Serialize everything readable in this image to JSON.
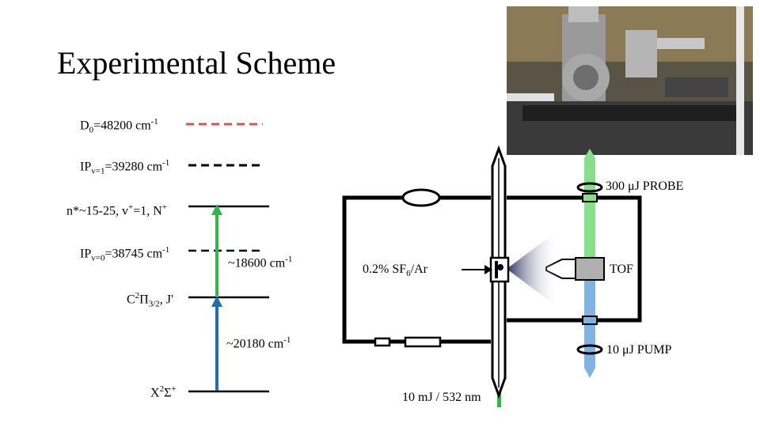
{
  "title": "Experimental Scheme",
  "levels": {
    "d0": {
      "base": "D",
      "sub": "0",
      "rest": "=48200 cm",
      "sup": "-1"
    },
    "ip1": {
      "base": "IP",
      "sub": "v=1",
      "rest": "=39280 cm",
      "sup": "-1"
    },
    "rydberg": {
      "p1": "n*~15-25, v",
      "sup1": "+",
      "p2": "=1, N",
      "sup2": "+"
    },
    "ip0": {
      "base": "IP",
      "sub": "v=0",
      "rest": "=38745 cm",
      "sup": "-1"
    },
    "c_state": {
      "p1": "C",
      "sup1": "2",
      "p2": "Π",
      "sub": "3/2",
      "p3": ", J'"
    },
    "x_state": {
      "p1": "X",
      "sup1": "2",
      "p2": "Σ",
      "sup2": "+"
    }
  },
  "transitions": {
    "upper": {
      "text": "~18600 cm",
      "sup": "-1"
    },
    "lower": {
      "text": "~20180 cm",
      "sup": "-1"
    }
  },
  "apparatus": {
    "probe_label": "300 μJ PROBE",
    "pump_label": "10 μJ PUMP",
    "tof_label": "TOF",
    "gas": {
      "p1": "0.2% SF",
      "sub": "6",
      "p2": "/Ar"
    },
    "ablation_label": "10 mJ / 532 nm"
  },
  "colors": {
    "dissociation": "#d9534f",
    "green_laser": "#2db84a",
    "blue_laser": "#1f6fb0",
    "probe_beam": "#86e08a",
    "pump_beam": "#7fb3e0",
    "tof_box": "#b0b0b0"
  }
}
